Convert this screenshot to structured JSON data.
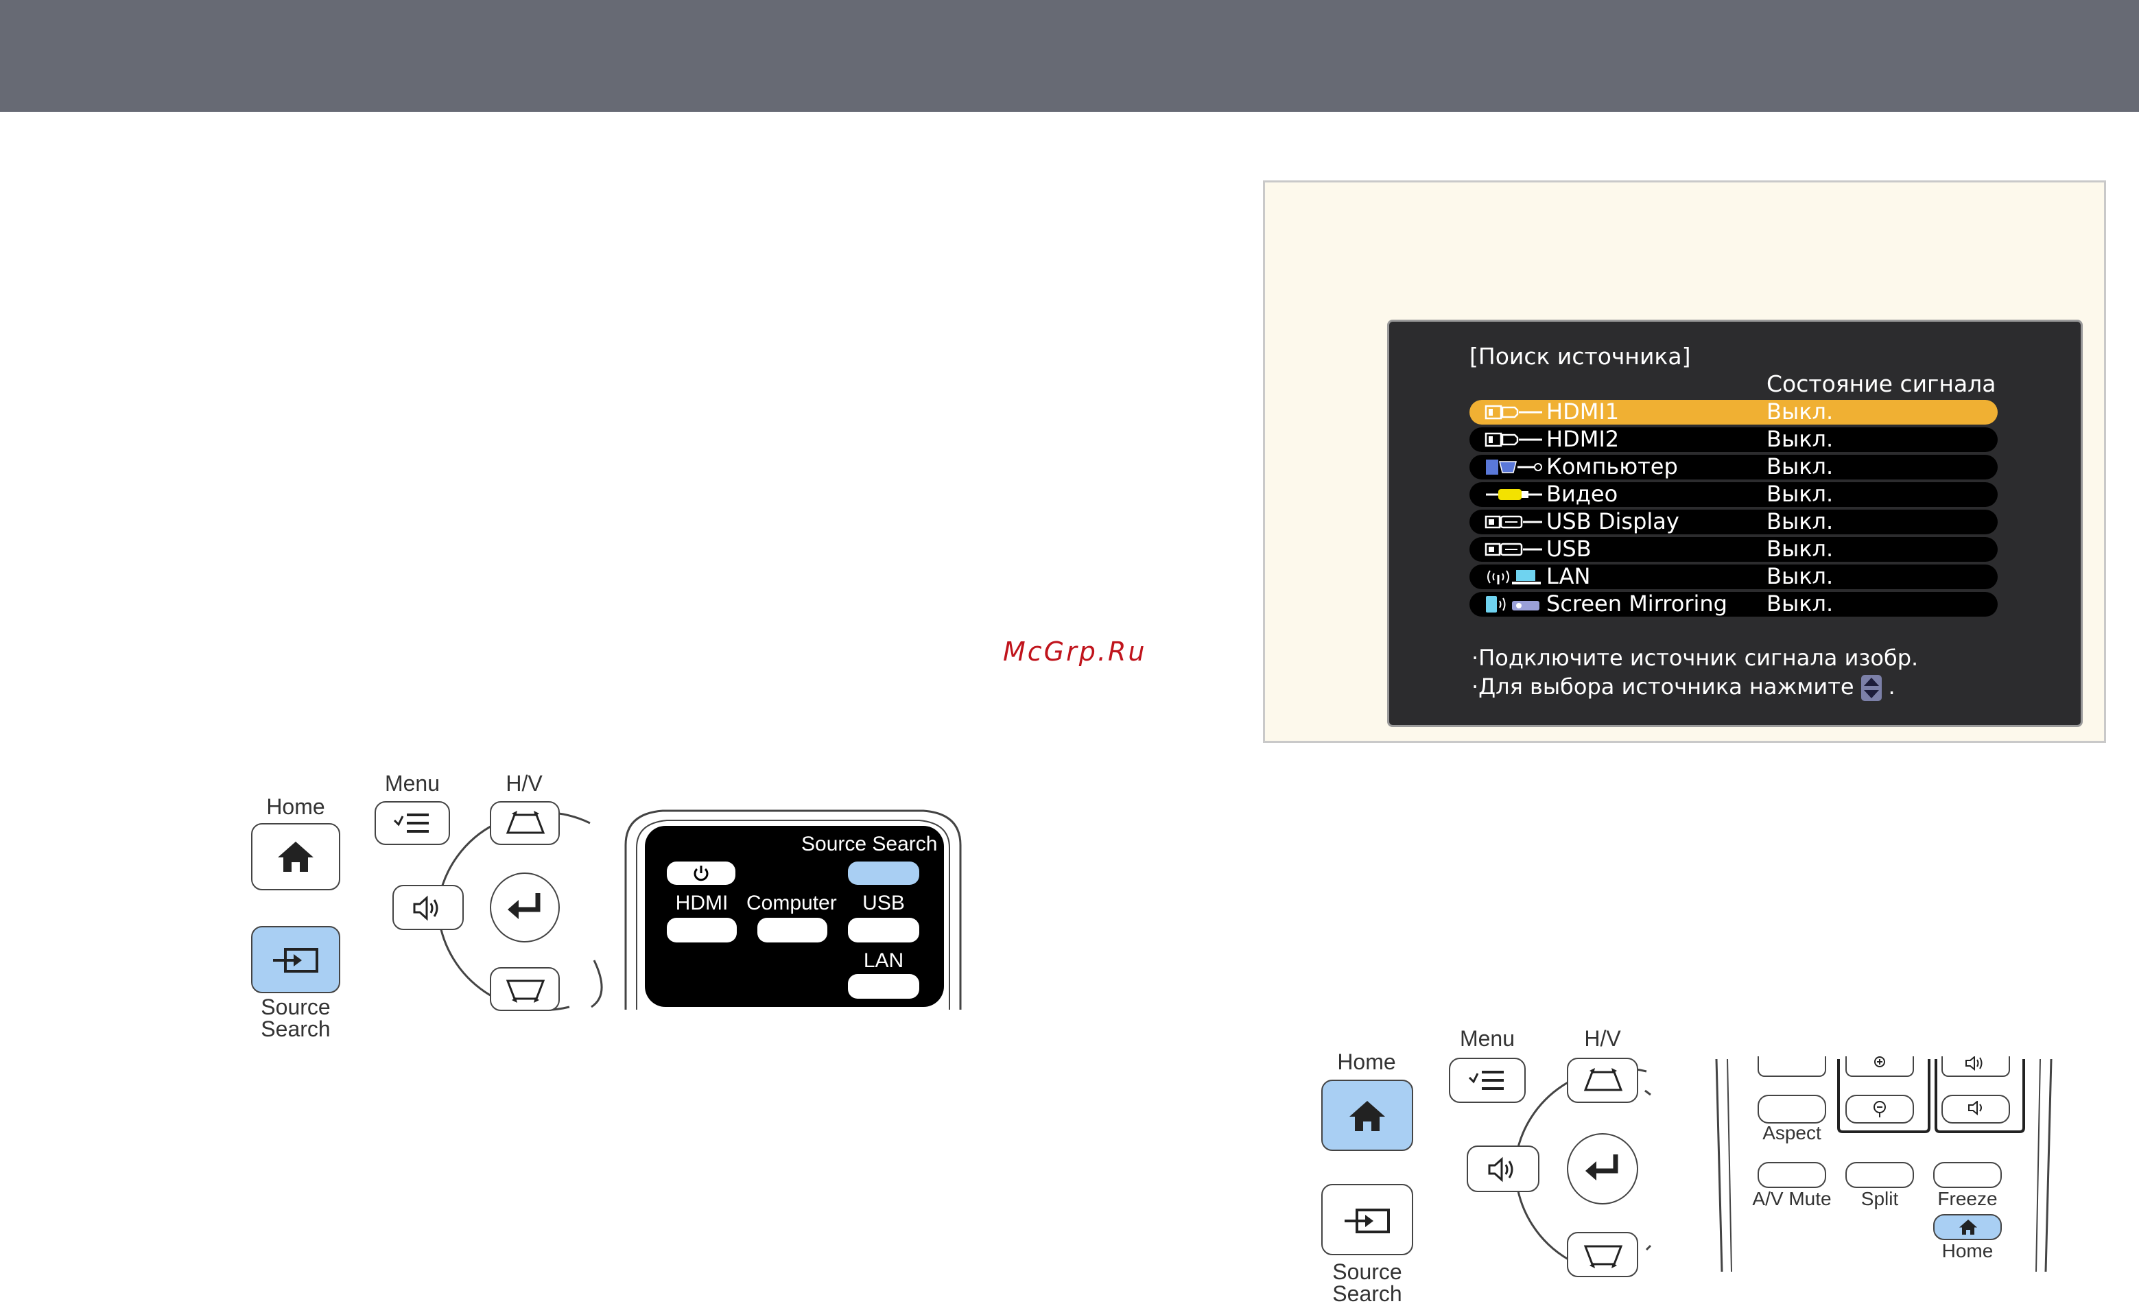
{
  "watermark": "McGrp.Ru",
  "osd": {
    "title": "[Поиск источника]",
    "signal_header": "Состояние сигнала",
    "sources": [
      {
        "name": "HDMI1",
        "status": "Выкл.",
        "icon": "hdmi-icon",
        "selected": true
      },
      {
        "name": "HDMI2",
        "status": "Выкл.",
        "icon": "hdmi-icon",
        "selected": false
      },
      {
        "name": "Компьютер",
        "status": "Выкл.",
        "icon": "vga-icon",
        "selected": false
      },
      {
        "name": "Видео",
        "status": "Выкл.",
        "icon": "rca-video-icon",
        "selected": false
      },
      {
        "name": "USB Display",
        "status": "Выкл.",
        "icon": "usb-icon",
        "selected": false
      },
      {
        "name": "USB",
        "status": "Выкл.",
        "icon": "usb-icon",
        "selected": false
      },
      {
        "name": "LAN",
        "status": "Выкл.",
        "icon": "wireless-lan-icon",
        "selected": false
      },
      {
        "name": "Screen Mirroring",
        "status": "Выкл.",
        "icon": "screen-mirroring-icon",
        "selected": false
      }
    ],
    "msg1": "·Подключите источник сигнала изобр.",
    "msg2_pre": "·Для выбора источника нажмите",
    "msg2_post": "."
  },
  "panel_left": {
    "home": "Home",
    "menu": "Menu",
    "hv": "H/V",
    "source_search_line1": "Source",
    "source_search_line2": "Search"
  },
  "remote_left": {
    "source_search": "Source Search",
    "hdmi": "HDMI",
    "computer": "Computer",
    "usb": "USB",
    "lan": "LAN"
  },
  "panel_right": {
    "home": "Home",
    "menu": "Menu",
    "hv": "H/V",
    "source_search_line1": "Source",
    "source_search_line2": "Search"
  },
  "remote_right": {
    "aspect": "Aspect",
    "av_mute": "A/V Mute",
    "split": "Split",
    "freeze": "Freeze",
    "home": "Home"
  },
  "colors": {
    "topbar": "#676a74",
    "selected_row": "#f0b033",
    "highlight_key": "#a9cff3",
    "watermark": "#c0141c"
  }
}
